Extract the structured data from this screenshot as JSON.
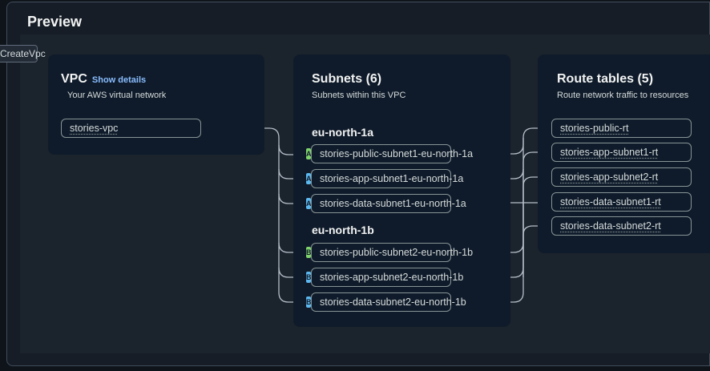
{
  "preview": {
    "title": "Preview"
  },
  "tooltip": {
    "text": "CreateVpc"
  },
  "vpc": {
    "title": "VPC",
    "show_details": "Show details",
    "subtitle": "Your AWS virtual network",
    "name": "stories-vpc"
  },
  "subnets": {
    "title": "Subnets (6)",
    "subtitle": "Subnets within this VPC",
    "az1": "eu-north-1a",
    "az2": "eu-north-1b",
    "items": [
      {
        "label": "stories-public-subnet1-eu-north-1a",
        "badge": "A",
        "color": "#7ed36b"
      },
      {
        "label": "stories-app-subnet1-eu-north-1a",
        "badge": "A",
        "color": "#5cb8f0"
      },
      {
        "label": "stories-data-subnet1-eu-north-1a",
        "badge": "A",
        "color": "#5cb8f0"
      },
      {
        "label": "stories-public-subnet2-eu-north-1b",
        "badge": "B",
        "color": "#7ed36b"
      },
      {
        "label": "stories-app-subnet2-eu-north-1b",
        "badge": "B",
        "color": "#5cb8f0"
      },
      {
        "label": "stories-data-subnet2-eu-north-1b",
        "badge": "B",
        "color": "#5cb8f0"
      }
    ]
  },
  "route_tables": {
    "title": "Route tables (5)",
    "subtitle": "Route network traffic to resources",
    "items": [
      "stories-public-rt",
      "stories-app-subnet1-rt",
      "stories-app-subnet2-rt",
      "stories-data-subnet1-rt",
      "stories-data-subnet2-rt"
    ]
  }
}
